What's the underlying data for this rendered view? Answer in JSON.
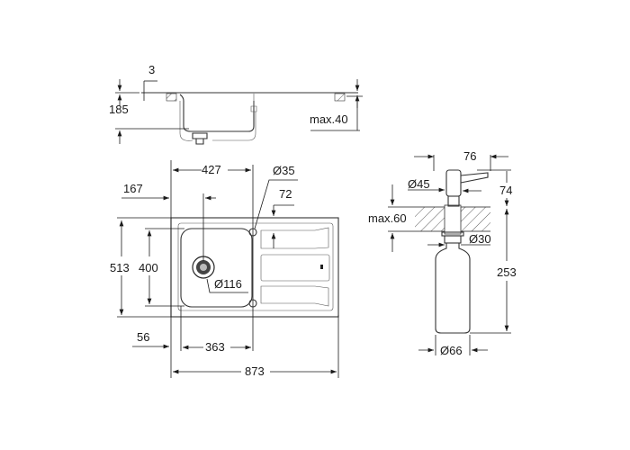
{
  "side_view": {
    "lip_thickness": "3",
    "depth": "185",
    "max_counter": "max.40"
  },
  "top_view": {
    "bowl_offset_width": "427",
    "faucet_hole": "Ø35",
    "drain_offset": "167",
    "groove_offset": "72",
    "total_depth": "513",
    "bowl_depth": "400",
    "drain_diameter": "Ø116",
    "bowl_edge_offset": "56",
    "bowl_width": "363",
    "total_width": "873"
  },
  "dispenser": {
    "spout_reach": "76",
    "head_diameter": "Ø45",
    "head_height": "74",
    "max_counter": "max.60",
    "shank_diameter": "Ø30",
    "total_length": "253",
    "bottle_diameter": "Ø66"
  }
}
